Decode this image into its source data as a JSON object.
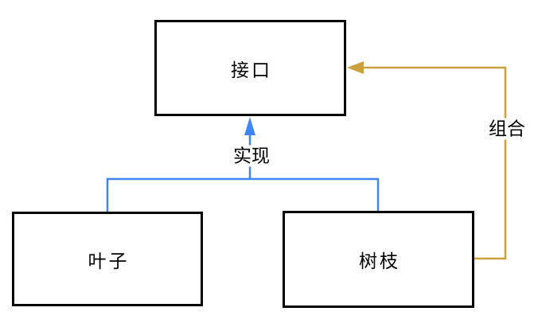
{
  "diagram": {
    "type": "composite-pattern-class-diagram",
    "background_color": "#ffffff",
    "node_border_color": "#000000",
    "text_color": "#000000",
    "nodes": {
      "interface": {
        "label": "接口"
      },
      "leaf": {
        "label": "叶子"
      },
      "branch": {
        "label": "树枝"
      }
    },
    "edges": {
      "realize": {
        "label": "实现",
        "color": "#4184f3",
        "from": "leaf, branch",
        "to": "interface"
      },
      "compose": {
        "label": "组合",
        "color": "#c9a03d",
        "from": "branch",
        "to": "interface"
      }
    }
  }
}
